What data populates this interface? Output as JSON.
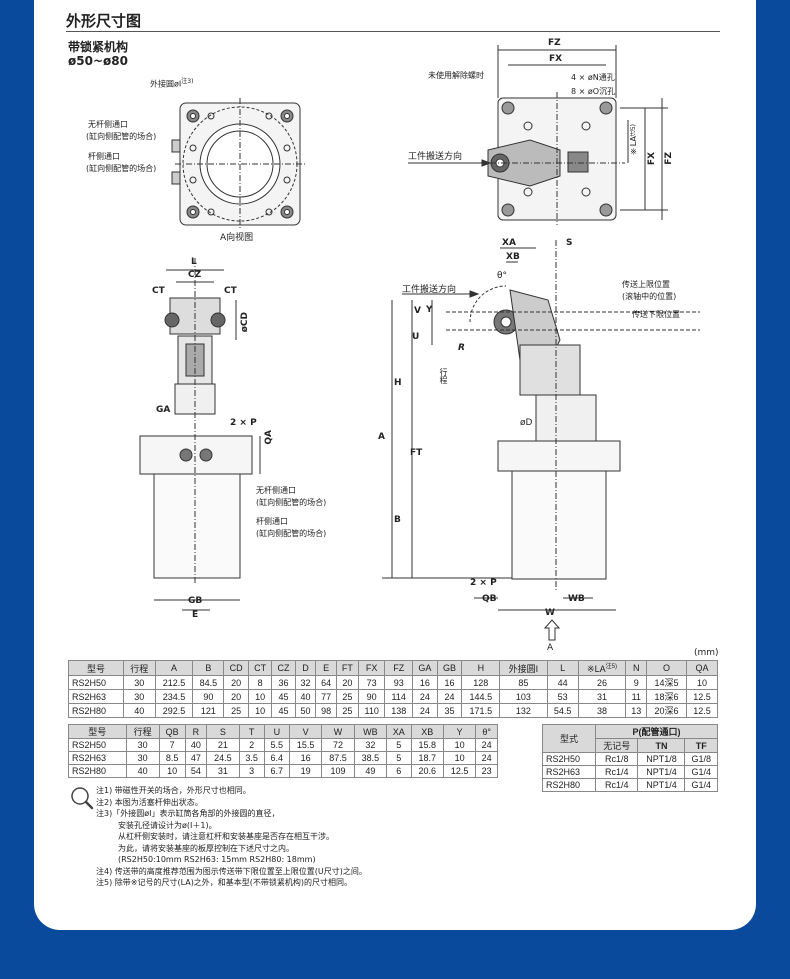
{
  "header": {
    "title": "外形尺寸图",
    "subtitle1": "带锁紧机构",
    "subtitle2": "ø50~ø80"
  },
  "colors": {
    "background": "#0a4a9c",
    "card": "#ffffff",
    "table_header": "#d9d9d9"
  },
  "drawing": {
    "view_a_label": "A向视图",
    "outer_circle_label": "外接圆øI",
    "outer_circle_note": "注3)",
    "no_rod_port": "无杆侧通口",
    "no_rod_port_note": "(缸向侧配管的场合)",
    "rod_port": "杆侧通口",
    "rod_port_note": "(缸向侧配管的场合)",
    "unused_hole": "未使用解除螺时",
    "n_hole": "4 × øN通孔",
    "o_hole": "8 × øO沉孔",
    "work_dir_1": "工件搬送方向",
    "work_dir_2": "工件搬送方向",
    "conveyor_upper": "传送上限位置",
    "conveyor_upper_note": "(滚轴中的位置)",
    "conveyor_lower": "传送下限位置",
    "stroke": "行程",
    "no_rod_port_2": "无杆侧通口",
    "no_rod_port_note_2": "(缸向侧配管的场合)",
    "rod_port_2": "杆侧通口",
    "rod_port_note_2": "(缸向侧配管的场合)",
    "view_arrow": "A",
    "dims": {
      "FZ": "FZ",
      "FX": "FX",
      "LA": "※LA",
      "LA_note": "注5)",
      "FX_v": "FX",
      "FZ_v": "FZ",
      "L": "L",
      "CZ": "CZ",
      "CT_l": "CT",
      "CT_r": "CT",
      "CD": "øCD",
      "GA": "GA",
      "P": "2 × P",
      "QA": "QA",
      "GB": "GB",
      "E": "E",
      "XA": "XA",
      "S": "S",
      "XB": "XB",
      "theta": "θ°",
      "V": "V",
      "Y": "Y",
      "U": "U",
      "R": "R",
      "H": "H",
      "A": "A",
      "D": "øD",
      "FT": "FT",
      "B": "B",
      "P2": "2 × P",
      "QB": "QB",
      "W": "W",
      "WB": "WB"
    }
  },
  "table_unit": "(mm)",
  "table1": {
    "headers": [
      "型号",
      "行程",
      "A",
      "B",
      "CD",
      "CT",
      "CZ",
      "D",
      "E",
      "FT",
      "FX",
      "FZ",
      "GA",
      "GB",
      "H",
      "外接圆I",
      "L",
      "※LA",
      "N",
      "O",
      "QA"
    ],
    "la_note": "注5)",
    "rows": [
      [
        "RS2H50",
        "30",
        "212.5",
        "84.5",
        "20",
        "8",
        "36",
        "32",
        "64",
        "20",
        "73",
        "93",
        "16",
        "16",
        "128",
        "85",
        "44",
        "26",
        "9",
        "14深5",
        "10"
      ],
      [
        "RS2H63",
        "30",
        "234.5",
        "90",
        "20",
        "10",
        "45",
        "40",
        "77",
        "25",
        "90",
        "114",
        "24",
        "24",
        "144.5",
        "103",
        "53",
        "31",
        "11",
        "18深6",
        "12.5"
      ],
      [
        "RS2H80",
        "40",
        "292.5",
        "121",
        "25",
        "10",
        "45",
        "50",
        "98",
        "25",
        "110",
        "138",
        "24",
        "35",
        "171.5",
        "132",
        "54.5",
        "38",
        "13",
        "20深6",
        "12.5"
      ]
    ]
  },
  "table2": {
    "headers": [
      "型号",
      "行程",
      "QB",
      "R",
      "S",
      "T",
      "U",
      "V",
      "W",
      "WB",
      "XA",
      "XB",
      "Y",
      "θ°"
    ],
    "rows": [
      [
        "RS2H50",
        "30",
        "7",
        "40",
        "21",
        "2",
        "5.5",
        "15.5",
        "72",
        "32",
        "5",
        "15.8",
        "10",
        "24"
      ],
      [
        "RS2H63",
        "30",
        "8.5",
        "47",
        "24.5",
        "3.5",
        "6.4",
        "16",
        "87.5",
        "38.5",
        "5",
        "18.7",
        "10",
        "24"
      ],
      [
        "RS2H80",
        "40",
        "10",
        "54",
        "31",
        "3",
        "6.7",
        "19",
        "109",
        "49",
        "6",
        "20.6",
        "12.5",
        "23"
      ]
    ]
  },
  "table3": {
    "model_header": "型式",
    "group_header": "P(配管通口)",
    "subheaders": [
      "无记号",
      "TN",
      "TF"
    ],
    "rows": [
      [
        "RS2H50",
        "Rc1/8",
        "NPT1/8",
        "G1/8"
      ],
      [
        "RS2H63",
        "Rc1/4",
        "NPT1/4",
        "G1/4"
      ],
      [
        "RS2H80",
        "Rc1/4",
        "NPT1/4",
        "G1/4"
      ]
    ]
  },
  "notes": [
    "注1) 带磁性开关的场合，外形尺寸也相同。",
    "注2) 本图为活塞杆伸出状态。",
    "注3)「外接圆øI」表示缸筒各角部的外接圆的直径，",
    "安装孔径请设计为ø(I＋1)。",
    "从杠杆侧安装时，请注意杠杆和安装基座是否存在相互干涉。",
    "为此，请将安装基座的板厚控制在下述尺寸之内。",
    "(RS2H50:10mm RS2H63: 15mm RS2H80: 18mm)",
    "注4) 传送带的高度推荐范围为图示传送带下限位置至上限位置(U尺寸)之间。",
    "注5) 除带※记号的尺寸(LA)之外，和基本型(不带锁紧机构)的尺寸相同。"
  ]
}
